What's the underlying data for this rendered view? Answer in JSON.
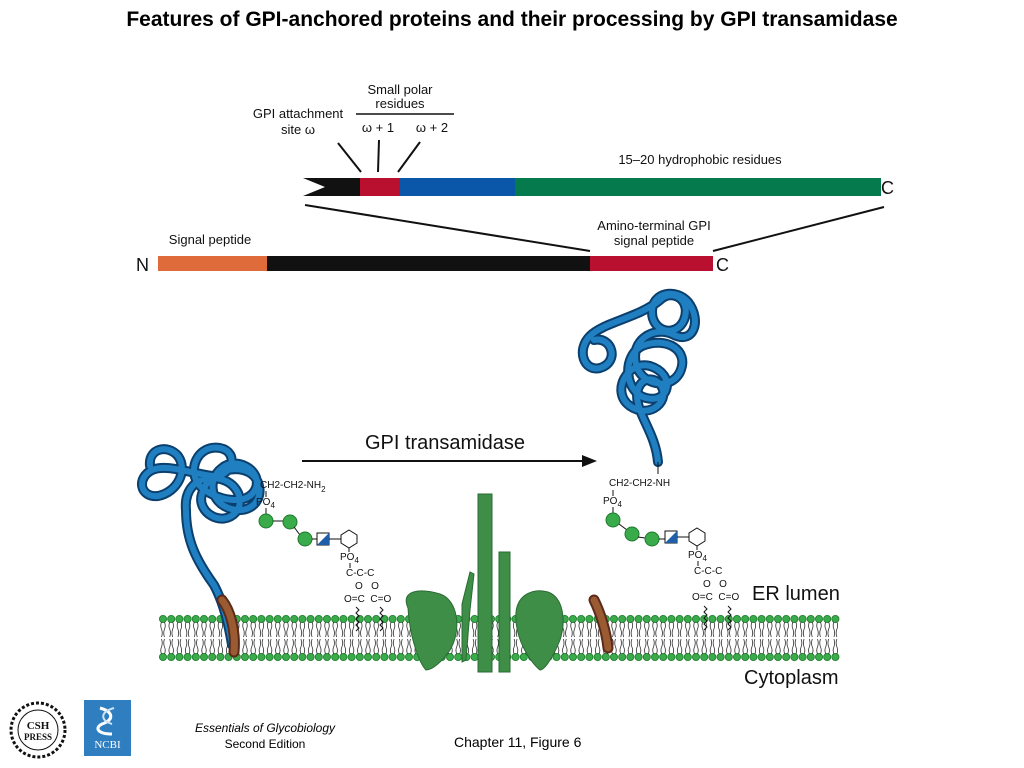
{
  "title": "Features of GPI-anchored proteins and their processing by GPI transamidase",
  "colors": {
    "signal_peptide": "#e06b3a",
    "black_segment": "#111111",
    "gpi_signal": "#b8102e",
    "blue_segment": "#0a56a8",
    "hydrophobic": "#057a4d",
    "protein_coil": "#1f7fc0",
    "lipid_head": "#3aab4a",
    "transamidase": "#3e8e48"
  },
  "top_diagram": {
    "labels": {
      "gpi_attachment_1": "GPI attachment",
      "gpi_attachment_2": "site ω",
      "small_polar_1": "Small polar",
      "small_polar_2": "residues",
      "omega_plus_1": "ω + 1",
      "omega_plus_2": "ω + 2",
      "hydrophobic": "15–20 hydrophobic residues",
      "c_terminal_top": "C",
      "signal_peptide": "Signal peptide",
      "amino_terminal_1": "Amino-terminal GPI",
      "amino_terminal_2": "signal peptide",
      "n_terminal": "N",
      "c_terminal_bottom": "C"
    }
  },
  "reaction": {
    "enzyme_label": "GPI transamidase",
    "left_chem": {
      "amine": "CH2-CH2-NH",
      "amine_sub": "2",
      "phosphate": "PO",
      "phosphate2": "PO",
      "po_sup": "4",
      "glycerol": "C-C-C",
      "ester1": "O   O",
      "ester2": "O=C  C=O"
    },
    "right_chem": {
      "amine": "CH2-CH2-NH",
      "phosphate": "PO",
      "phosphate2": "PO",
      "po_sup": "4",
      "glycerol": "C-C-C",
      "ester1": "O   O",
      "ester2": "O=C  C=O"
    },
    "er_lumen": "ER lumen",
    "cytoplasm": "Cytoplasm"
  },
  "footer": {
    "book_title": "Essentials of Glycobiology",
    "edition": "Second Edition",
    "figure_ref": "Chapter 11, Figure  6",
    "cshl_logo_text": "CSH PRESS",
    "ncbi_logo_text": "NCBI"
  }
}
